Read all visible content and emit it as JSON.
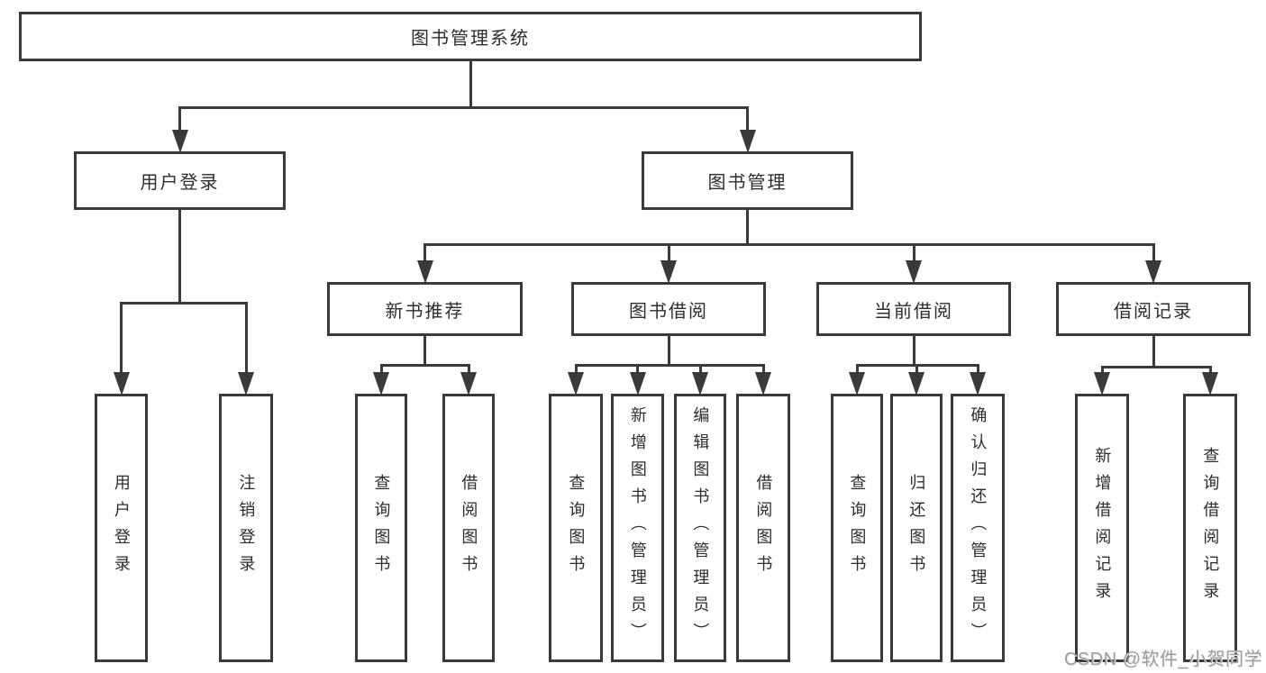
{
  "diagram": {
    "root": {
      "id": "root",
      "label": "图书管理系统",
      "children": [
        {
          "id": "user-login",
          "label": "用户登录",
          "children": [
            {
              "id": "user-login-leaf",
              "label": "用户登录"
            },
            {
              "id": "logout-leaf",
              "label": "注销登录"
            }
          ]
        },
        {
          "id": "book-mgmt",
          "label": "图书管理",
          "children": [
            {
              "id": "new-book-rec",
              "label": "新书推荐",
              "children": [
                {
                  "id": "nbr-query",
                  "label": "查询图书"
                },
                {
                  "id": "nbr-borrow",
                  "label": "借阅图书"
                }
              ]
            },
            {
              "id": "book-borrow",
              "label": "图书借阅",
              "children": [
                {
                  "id": "bb-query",
                  "label": "查询图书"
                },
                {
                  "id": "bb-add",
                  "label": "新增图书（管理员）"
                },
                {
                  "id": "bb-edit",
                  "label": "编辑图书（管理员）"
                },
                {
                  "id": "bb-borrow",
                  "label": "借阅图书"
                }
              ]
            },
            {
              "id": "current-borrow",
              "label": "当前借阅",
              "children": [
                {
                  "id": "cb-query",
                  "label": "查询图书"
                },
                {
                  "id": "cb-return",
                  "label": "归还图书"
                },
                {
                  "id": "cb-confirm",
                  "label": "确认归还（管理员）"
                }
              ]
            },
            {
              "id": "borrow-records",
              "label": "借阅记录",
              "children": [
                {
                  "id": "br-add",
                  "label": "新增借阅记录"
                },
                {
                  "id": "br-query",
                  "label": "查询借阅记录"
                }
              ]
            }
          ]
        }
      ]
    }
  },
  "watermark": {
    "text": "CSDN @软件_小贺同学"
  },
  "colors": {
    "background": "#ffffff",
    "line": "#3a3a3a",
    "box_border": "#3a3a3a",
    "box_fill": "#ffffff",
    "text": "#2d2d2d",
    "watermark": "#9d9d9d"
  }
}
